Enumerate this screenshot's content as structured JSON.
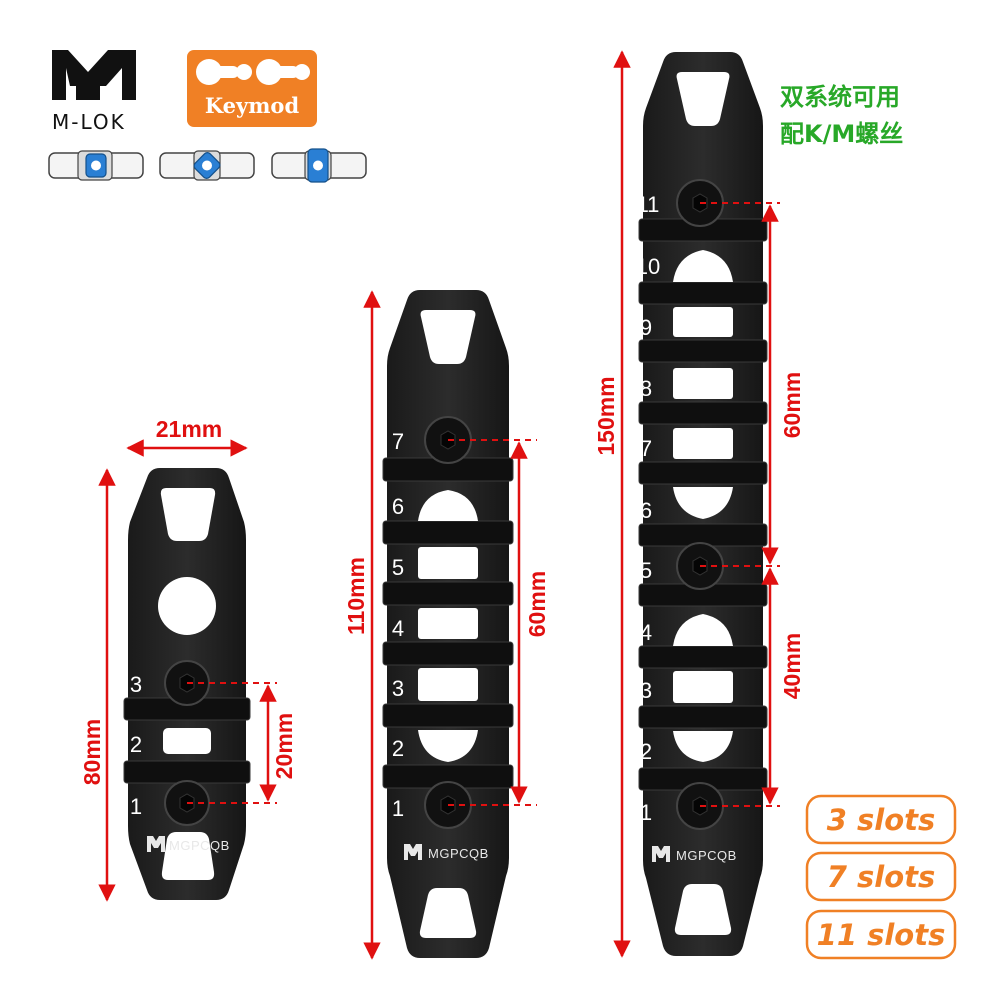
{
  "logos": {
    "mlok_text": "M-LOK",
    "keymod_text": "Keymod",
    "keymod_color": "#f08025",
    "nut_color": "#2a7fd4"
  },
  "note_cn": [
    "双系统可用",
    "配K/M螺丝"
  ],
  "note_color": "#28a828",
  "brand": "MGPCQB",
  "dimension_color": "#e01010",
  "rails": [
    {
      "name": "3-slot",
      "slots": [
        "1",
        "2",
        "3"
      ],
      "dims": {
        "width": "21mm",
        "length": "80mm",
        "spacing": "20mm"
      }
    },
    {
      "name": "7-slot",
      "slots": [
        "1",
        "2",
        "3",
        "4",
        "5",
        "6",
        "7"
      ],
      "dims": {
        "length": "110mm",
        "spacing": "60mm"
      }
    },
    {
      "name": "11-slot",
      "slots": [
        "1",
        "2",
        "3",
        "4",
        "5",
        "6",
        "7",
        "8",
        "9",
        "10",
        "11"
      ],
      "dims": {
        "length": "150mm",
        "spacing_top": "60mm",
        "spacing_bottom": "40mm"
      }
    }
  ],
  "tags": [
    "3 slots",
    "7 slots",
    "11 slots"
  ],
  "tag_color": "#f08025"
}
